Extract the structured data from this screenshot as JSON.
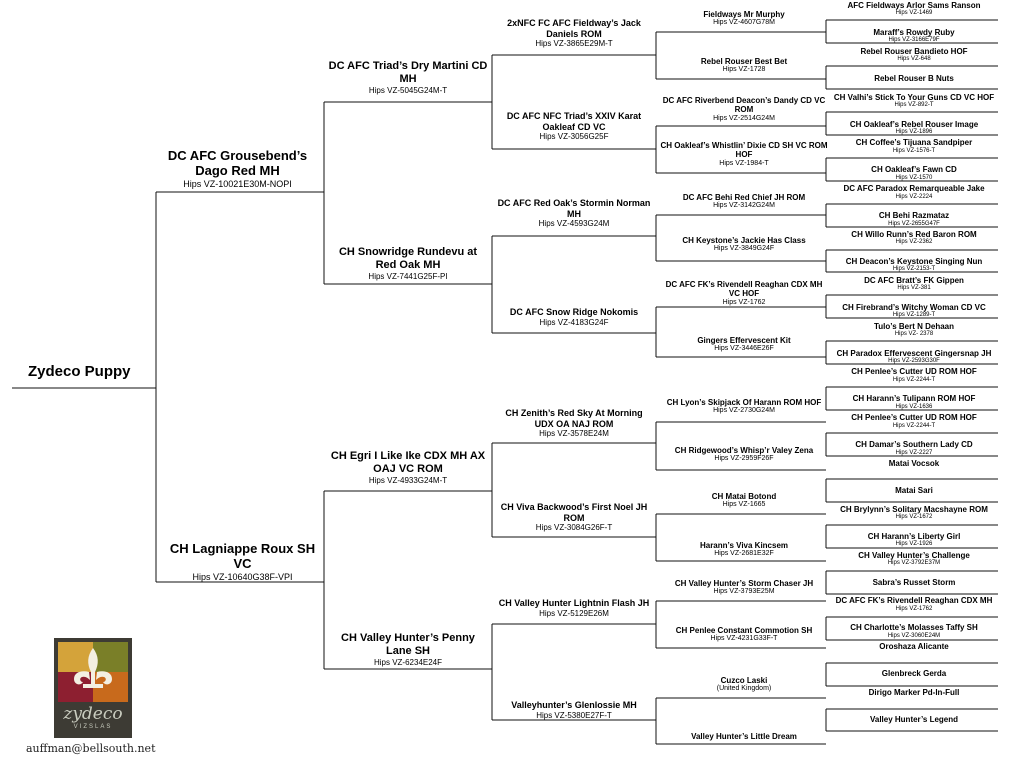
{
  "subject": "Zydeco Puppy",
  "sire": {
    "name": "DC AFC Grousebend’s Dago Red MH",
    "reg": "Hips VZ-10021E30M-NOPI"
  },
  "dam": {
    "name": "CH Lagniappe Roux SH VC",
    "reg": "Hips VZ-10640G38F-VPI"
  },
  "gen2": [
    {
      "name": "DC AFC Triad’s Dry Martini CD MH",
      "reg": "Hips VZ-5045G24M-T"
    },
    {
      "name": "CH Snowridge Rundevu at Red Oak MH",
      "reg": "Hips VZ-7441G25F-PI"
    },
    {
      "name": "CH Egri I Like Ike CDX MH AX OAJ VC ROM",
      "reg": "Hips VZ-4933G24M-T"
    },
    {
      "name": "CH Valley Hunter’s Penny Lane SH",
      "reg": "Hips VZ-6234E24F"
    }
  ],
  "gen3": [
    {
      "name": "2xNFC FC AFC Fieldway’s Jack Daniels ROM",
      "reg": "Hips VZ-3865E29M-T"
    },
    {
      "name": "DC AFC NFC Triad’s XXIV Karat Oakleaf CD VC",
      "reg": "Hips VZ-3056G25F"
    },
    {
      "name": "DC AFC Red Oak’s Stormin Norman MH",
      "reg": "Hips VZ-4593G24M"
    },
    {
      "name": "DC AFC Snow Ridge Nokomis",
      "reg": "Hips VZ-4183G24F"
    },
    {
      "name": "CH Zenith’s Red Sky At Morning UDX OA NAJ ROM",
      "reg": "Hips VZ-3578E24M"
    },
    {
      "name": "CH Viva Backwood’s First Noel JH ROM",
      "reg": "Hips VZ-3084G26F-T"
    },
    {
      "name": "CH Valley Hunter Lightnin Flash JH",
      "reg": "Hips VZ-5129E26M"
    },
    {
      "name": "Valleyhunter’s Glenlossie MH",
      "reg": "Hips VZ-5380E27F-T"
    }
  ],
  "gen4": [
    {
      "name": "Fieldways Mr Murphy",
      "reg": "Hips VZ-4607G78M"
    },
    {
      "name": "Rebel Rouser Best Bet",
      "reg": "Hips VZ-1728"
    },
    {
      "name": "DC AFC Riverbend Deacon’s Dandy CD VC ROM",
      "reg": "Hips VZ-2514G24M"
    },
    {
      "name": "CH Oakleaf’s Whistlin’ Dixie CD SH VC ROM HOF",
      "reg": "Hips VZ-1984-T"
    },
    {
      "name": "DC AFC Behi Red Chief JH ROM",
      "reg": "Hips VZ-3142G24M"
    },
    {
      "name": "CH Keystone’s Jackie Has Class",
      "reg": "Hips VZ-3849G24F"
    },
    {
      "name": "DC AFC FK’s Rivendell Reaghan CDX MH VC HOF",
      "reg": "Hips VZ-1762"
    },
    {
      "name": "Gingers Effervescent Kit",
      "reg": "Hips VZ-3446E26F"
    },
    {
      "name": "CH Lyon’s Skipjack Of Harann ROM HOF",
      "reg": "Hips VZ-2730G24M"
    },
    {
      "name": "CH Ridgewood’s Whisp’r Valey Zena",
      "reg": "Hips VZ-2959F26F"
    },
    {
      "name": "CH Matai Botond",
      "reg": "Hips VZ-1665"
    },
    {
      "name": "Harann’s Viva Kincsem",
      "reg": "Hips VZ-2681E32F"
    },
    {
      "name": "CH Valley Hunter’s Storm Chaser JH",
      "reg": "Hips VZ-3793E25M"
    },
    {
      "name": "CH Penlee Constant Commotion SH",
      "reg": "Hips VZ-4231G33F-T"
    },
    {
      "name": "Cuzco Laski",
      "reg": "(United Kingdom)"
    },
    {
      "name": "Valley Hunter’s Little Dream",
      "reg": ""
    }
  ],
  "gen5": [
    {
      "name": "AFC Fieldways Arlor Sams Ranson",
      "reg": "Hips VZ-1469"
    },
    {
      "name": "Maraff’s Rowdy Ruby",
      "reg": "Hips VZ-3166E79F"
    },
    {
      "name": "Rebel Rouser Bandieto HOF",
      "reg": "Hips VZ-648"
    },
    {
      "name": "Rebel Rouser B Nuts",
      "reg": ""
    },
    {
      "name": "CH Valhi’s Stick To Your Guns CD VC HOF",
      "reg": "Hips VZ-892-T"
    },
    {
      "name": "CH Oakleaf’s Rebel Rouser Image",
      "reg": "Hips VZ-1896"
    },
    {
      "name": "CH Coffee’s Tijuana Sandpiper",
      "reg": "Hips VZ-1576-T"
    },
    {
      "name": "CH Oakleaf’s Fawn CD",
      "reg": "Hips VZ-1570"
    },
    {
      "name": "DC AFC Paradox Remarqueable Jake",
      "reg": "Hips VZ-2224"
    },
    {
      "name": "CH Behi Razmataz",
      "reg": "Hips VZ-2655G47F"
    },
    {
      "name": "CH Willo Runn’s Red Baron ROM",
      "reg": "Hips VZ-2362"
    },
    {
      "name": "CH Deacon’s Keystone Singing Nun",
      "reg": "Hips VZ-2153-T"
    },
    {
      "name": "DC AFC Bratt’s FK Gippen",
      "reg": "Hips VZ-381"
    },
    {
      "name": "CH Firebrand’s Witchy Woman CD VC",
      "reg": "Hips VZ-1289-T"
    },
    {
      "name": "Tulo’s Bert N Dehaan",
      "reg": "Hips VZ- 2378"
    },
    {
      "name": "CH Paradox Effervescent Gingersnap JH",
      "reg": "Hips VZ-2593G30F"
    },
    {
      "name": "CH Penlee’s Cutter UD ROM HOF",
      "reg": "Hips VZ-2244-T"
    },
    {
      "name": "CH Harann’s Tulipann ROM HOF",
      "reg": "Hips VZ-1636"
    },
    {
      "name": "CH Penlee’s Cutter UD ROM HOF",
      "reg": "Hips VZ-2244-T"
    },
    {
      "name": "CH Damar’s Southern Lady CD",
      "reg": "Hips VZ-2227"
    },
    {
      "name": "Matai Vocsok",
      "reg": ""
    },
    {
      "name": "Matai Sari",
      "reg": ""
    },
    {
      "name": "CH Brylynn’s Solitary Macshayne ROM",
      "reg": "Hips VZ-1672"
    },
    {
      "name": "CH Harann’s Liberty Girl",
      "reg": "Hips VZ-1926"
    },
    {
      "name": "CH Valley Hunter’s Challenge",
      "reg": "Hips VZ-3792E37M"
    },
    {
      "name": "Sabra’s Russet Storm",
      "reg": ""
    },
    {
      "name": "DC AFC FK’s Rivendell Reaghan CDX MH",
      "reg": "Hips VZ-1762"
    },
    {
      "name": "CH Charlotte’s Molasses Taffy SH",
      "reg": "Hips VZ-3060E24M"
    },
    {
      "name": "Oroshaza Alicante",
      "reg": ""
    },
    {
      "name": "Glenbreck Gerda",
      "reg": ""
    },
    {
      "name": "Dirigo Marker Pd-In-Full",
      "reg": ""
    },
    {
      "name": "Valley Hunter’s Legend",
      "reg": ""
    }
  ],
  "logo": {
    "brand": "zydeco",
    "sub": "VIZSLAS",
    "colors": [
      "#d4a33a",
      "#7a7f28",
      "#8d1f30",
      "#c86a1c"
    ]
  },
  "email": "auffman@bellsouth.net"
}
